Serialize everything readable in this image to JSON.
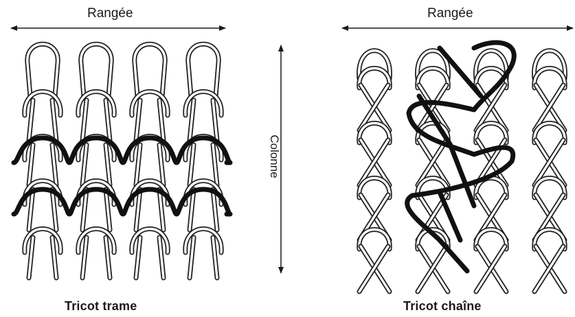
{
  "left_panel": {
    "row_label": "Rangée",
    "caption": "Tricot trame"
  },
  "right_panel": {
    "row_label": "Rangée",
    "caption": "Tricot chaîne"
  },
  "column_label": "Colonne",
  "colors": {
    "ink": "#1a1a1a",
    "yarn_outline": "#222222",
    "yarn_fill": "#ffffff",
    "highlight_yarn": "#111111"
  }
}
